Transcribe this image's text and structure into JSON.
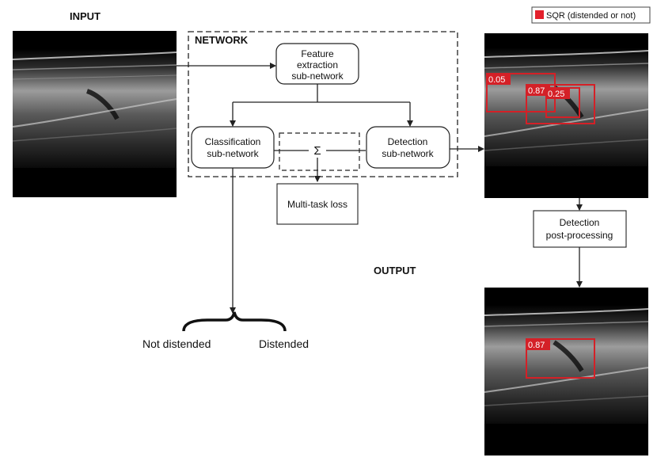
{
  "labels": {
    "input": "INPUT",
    "output": "OUTPUT",
    "network": "NETWORK"
  },
  "legend": {
    "text": "SQR (distended or not)",
    "color": "#e3202c"
  },
  "nodes": {
    "feature": [
      "Feature",
      "extraction",
      "sub-network"
    ],
    "classification": [
      "Classification",
      "sub-network"
    ],
    "detection": [
      "Detection",
      "sub-network"
    ],
    "sigma": "Σ",
    "loss": "Multi-task loss",
    "postprocessing": [
      "Detection",
      "post-processing"
    ]
  },
  "classes": {
    "left": "Not distended",
    "right": "Distended"
  },
  "detections": {
    "raw_scores": [
      "0.05",
      "0.87",
      "0.25"
    ],
    "final_score": "0.87"
  },
  "colors": {
    "box": "#d42027",
    "line": "#222222"
  }
}
